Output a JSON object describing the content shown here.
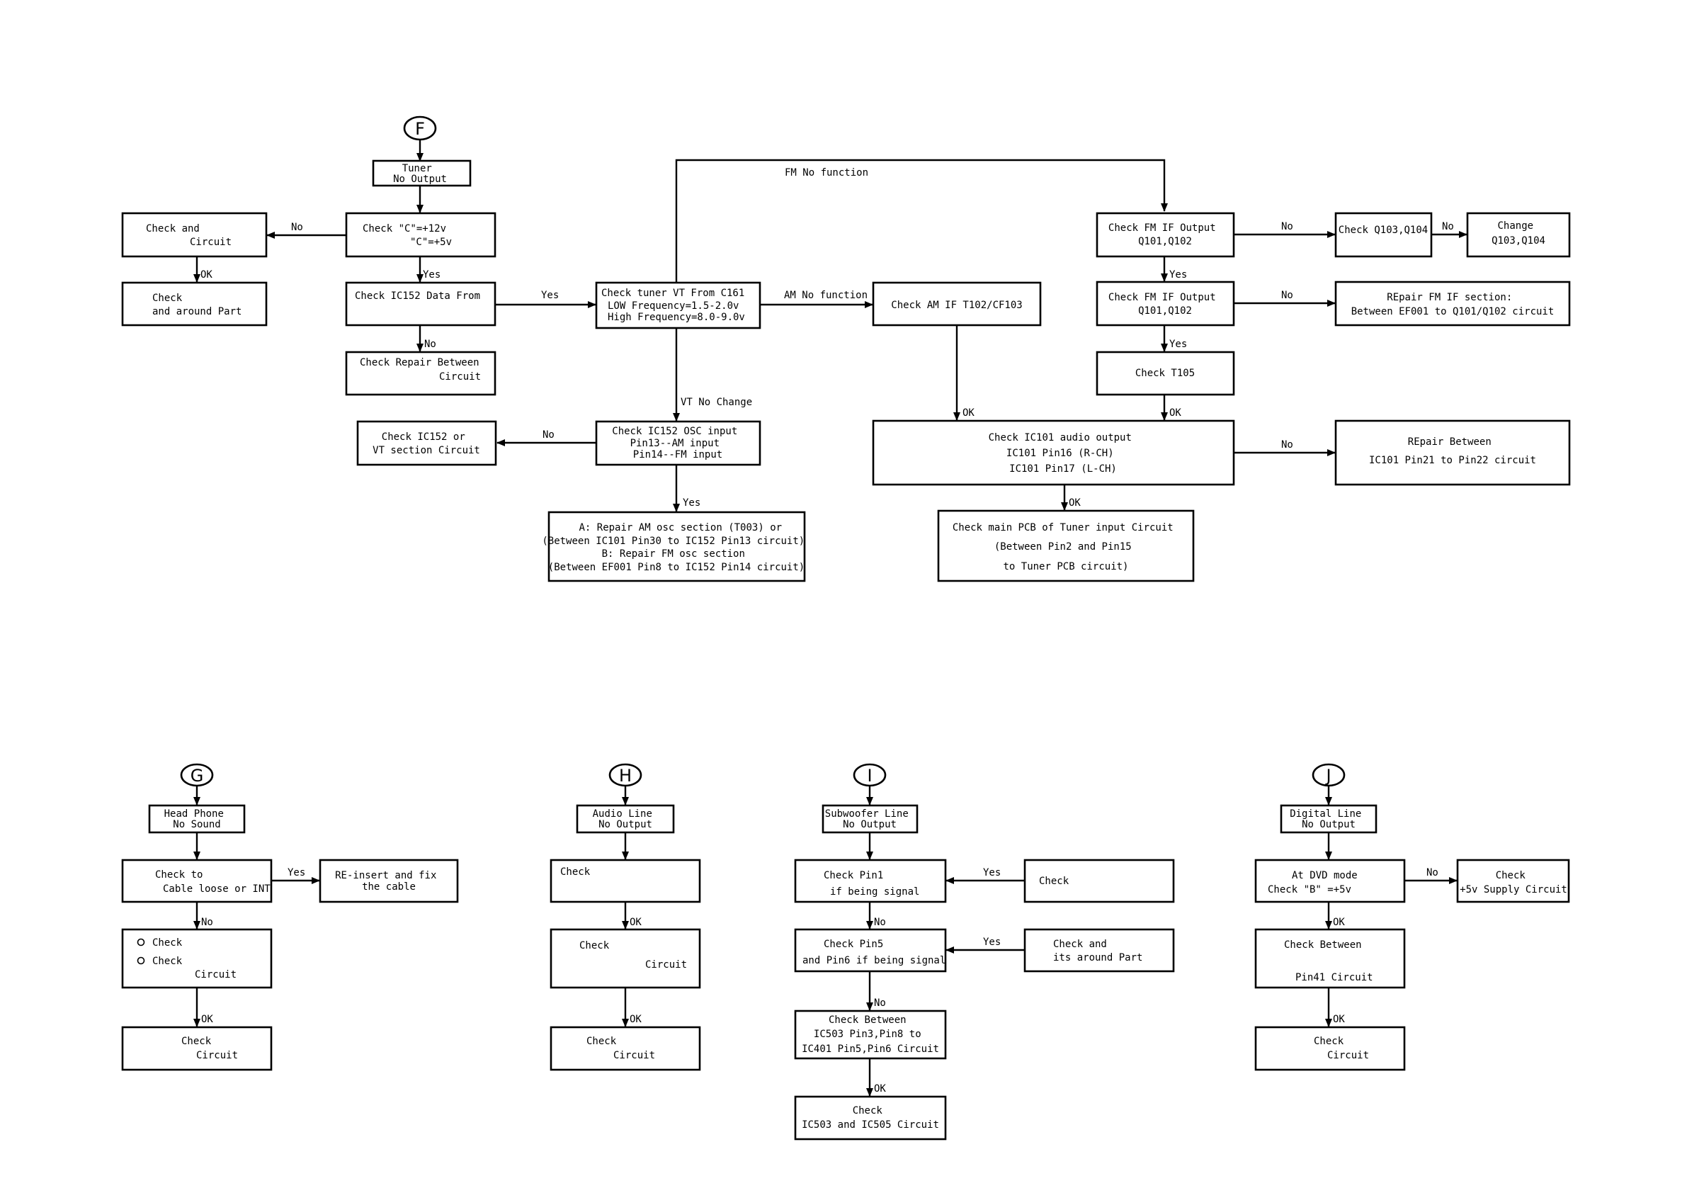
{
  "connectors": {
    "F": "F",
    "G": "G",
    "H": "H",
    "I": "I",
    "J": "J"
  },
  "boxes": {
    "f_tuner": [
      "Tuner",
      "No Output"
    ],
    "f_check_c": [
      "Check      \"C\"=+12v",
      "\"C\"=+5v"
    ],
    "f_check_and_circuit": [
      "Check        and",
      "Circuit"
    ],
    "f_check_around_part": [
      "Check",
      "and around Part"
    ],
    "f_check_ic152_data": [
      "Check IC152 Data From"
    ],
    "f_check_repair_between": [
      "Check Repair Between",
      "Circuit"
    ],
    "f_check_tuner_vt": [
      "Check tuner VT From C161",
      "LOW Frequency=1.5-2.0v",
      "High Frequency=8.0-9.0v"
    ],
    "f_check_ic152_osc": [
      "Check IC152 OSC input",
      "Pin13--AM input",
      "Pin14--FM input"
    ],
    "f_check_ic152_or_vt": [
      "Check IC152 or",
      "VT section Circuit"
    ],
    "f_repair_osc": [
      "A: Repair AM osc section (T003) or",
      "(Between IC101 Pin30 to IC152 Pin13 circuit)",
      "B: Repair FM osc section",
      "(Between EF001 Pin8 to IC152 Pin14 circuit)"
    ],
    "f_check_am_if": [
      "Check AM IF T102/CF103"
    ],
    "f_check_ic101_audio": [
      "Check IC101 audio output",
      "IC101 Pin16  (R-CH)",
      "IC101 Pin17  (L-CH)"
    ],
    "f_check_main_pcb": [
      "Check main PCB of Tuner input Circuit",
      "(Between         Pin2 and Pin15",
      "to Tuner PCB circuit)"
    ],
    "f_check_fm_if_1": [
      "Check FM IF Output",
      "Q101,Q102"
    ],
    "f_check_q103": [
      "Check Q103,Q104"
    ],
    "f_change_q103": [
      "Change",
      "Q103,Q104"
    ],
    "f_check_fm_if_2": [
      "Check FM IF Output",
      "Q101,Q102"
    ],
    "f_repair_fm_if": [
      "REpair FM IF section:",
      "Between EF001 to Q101/Q102 circuit"
    ],
    "f_check_t105": [
      "Check T105"
    ],
    "f_repair_between_ic101": [
      "REpair  Between",
      "IC101 Pin21 to Pin22 circuit"
    ],
    "g_head_phone": [
      "Head Phone",
      "No Sound"
    ],
    "g_check_to": [
      "Check          to",
      "Cable loose or INT"
    ],
    "g_reinsert": [
      "RE-insert and fix",
      "the cable"
    ],
    "g_check_check": [
      "Check",
      "Check",
      "Circuit"
    ],
    "g_check_circuit": [
      "Check",
      "Circuit"
    ],
    "h_audio_line": [
      "Audio Line",
      "No Output"
    ],
    "h_check": [
      "Check"
    ],
    "h_check_circuit_1": [
      "Check",
      "Circuit"
    ],
    "h_check_circuit_2": [
      "Check",
      "Circuit"
    ],
    "i_subwoofer_line": [
      "Subwoofer Line",
      "No Output"
    ],
    "i_check_pin1": [
      "Check        Pin1",
      "if being signal"
    ],
    "i_check_right_1": [
      "Check"
    ],
    "i_check_pin5": [
      "Check        Pin5",
      "and Pin6 if being signal"
    ],
    "i_check_and_around": [
      "Check        and",
      "its around Part"
    ],
    "i_check_between": [
      "Check Between",
      "IC503 Pin3,Pin8 to",
      "IC401 Pin5,Pin6 Circuit"
    ],
    "i_check_ic503": [
      "Check",
      "IC503 and IC505 Circuit"
    ],
    "j_digital_line": [
      "Digital Line",
      "No Output"
    ],
    "j_at_dvd": [
      "At DVD mode",
      "Check        \"B\" =+5v"
    ],
    "j_check_supply": [
      "Check",
      "+5v Supply Circuit"
    ],
    "j_check_between": [
      "Check Between",
      "Pin41 Circuit"
    ],
    "j_check_circuit": [
      "Check",
      "Circuit"
    ]
  },
  "edge_labels": {
    "no": "No",
    "yes": "Yes",
    "ok": "OK",
    "fm_no_function": "FM No function",
    "am_no_function": "AM No function",
    "vt_no_change": "VT  No  Change"
  },
  "bullets": {
    "g_bullet": "O"
  }
}
